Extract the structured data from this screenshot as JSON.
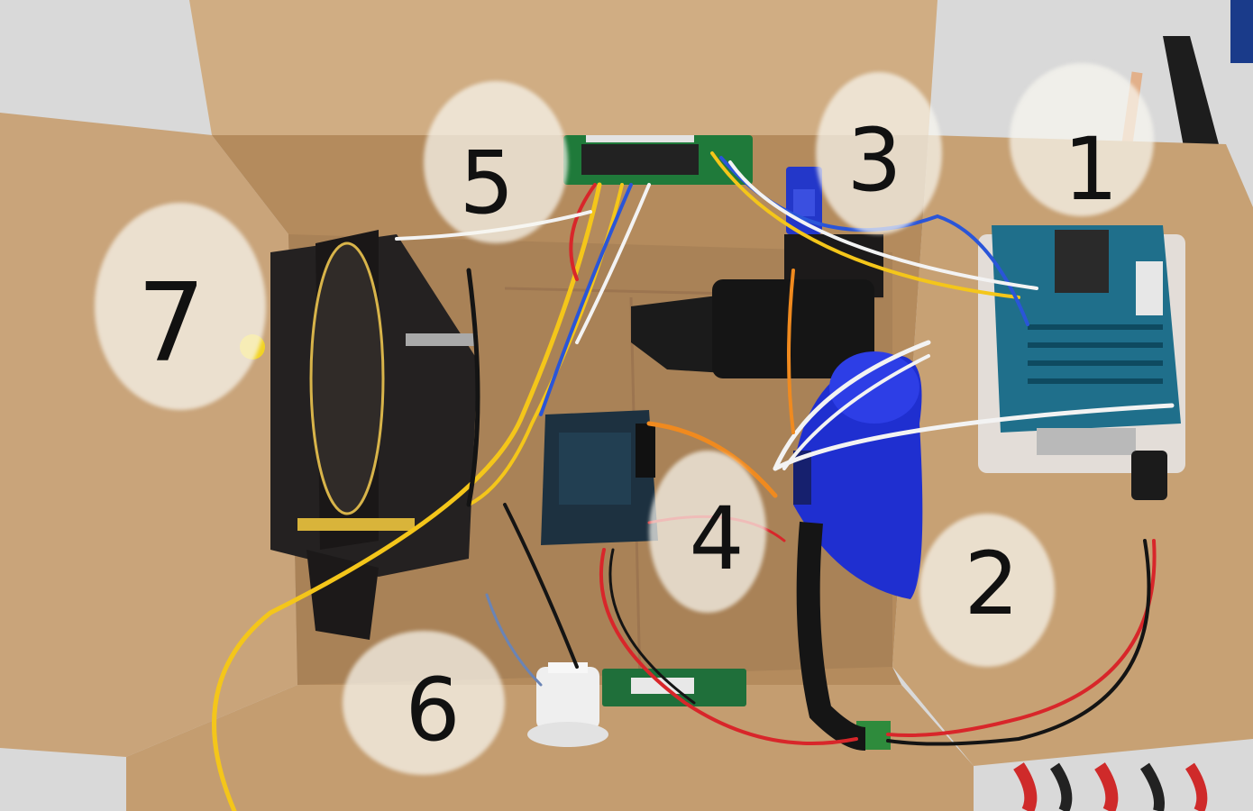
{
  "labels": [
    {
      "text": "1",
      "target": "controller-board"
    },
    {
      "text": "2",
      "target": "blue-lamp"
    },
    {
      "text": "3",
      "target": "servo-motor"
    },
    {
      "text": "4",
      "target": "motor-driver-board"
    },
    {
      "text": "5",
      "target": "connector-strip"
    },
    {
      "text": "6",
      "target": "push-button"
    },
    {
      "text": "7",
      "target": "dispenser-wheel"
    }
  ],
  "colors": {
    "cardboard": "#c8a276",
    "cardboard_dark": "#a98357",
    "pcb_blue": "#1f6f8b",
    "pcb_green": "#1f7a3a",
    "lamp_blue": "#1f2fd0",
    "mechanism_black": "#252222",
    "wire_yellow": "#f4c61a",
    "wire_red": "#d8262a",
    "wire_blue": "#2a55d8",
    "wire_white": "#f3f3f3",
    "terminal_green": "#2e8b3c"
  }
}
